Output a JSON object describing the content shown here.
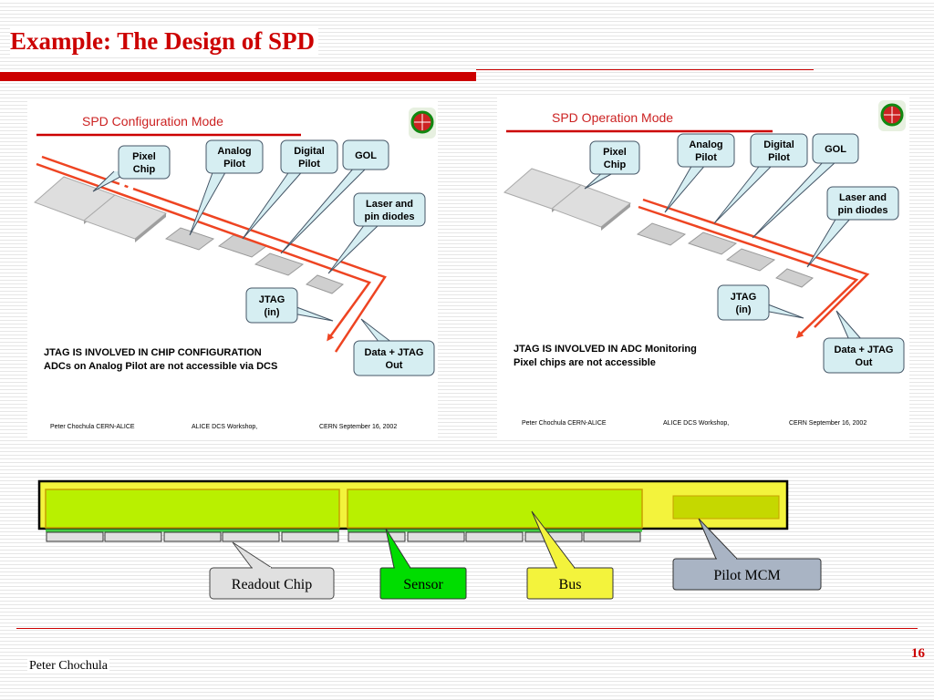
{
  "slide": {
    "title": "Example: The Design of SPD",
    "footer_author": "Peter Chochula",
    "page_number": "16",
    "accent_color": "#cc0000"
  },
  "left_panel": {
    "heading": "SPD Configuration Mode",
    "callouts": {
      "pixel_chip": [
        "Pixel",
        "Chip"
      ],
      "analog_pilot": [
        "Analog",
        "Pilot"
      ],
      "digital_pilot": [
        "Digital",
        "Pilot"
      ],
      "gol": "GOL",
      "laser": [
        "Laser and",
        "pin diodes"
      ],
      "jtag_in": [
        "JTAG",
        "(in)"
      ],
      "data_out": [
        "Data + JTAG",
        "Out"
      ]
    },
    "notes": [
      "JTAG IS INVOLVED IN CHIP CONFIGURATION",
      "ADCs on Analog Pilot are not accessible via DCS"
    ],
    "footer": {
      "author": "Peter Chochula CERN-ALICE",
      "event": "ALICE DCS Workshop,",
      "date": "CERN September 16, 2002"
    },
    "logo": "alice-logo-icon"
  },
  "right_panel": {
    "heading": "SPD Operation Mode",
    "callouts": {
      "pixel_chip": [
        "Pixel",
        "Chip"
      ],
      "analog_pilot": [
        "Analog",
        "Pilot"
      ],
      "digital_pilot": [
        "Digital",
        "Pilot"
      ],
      "gol": "GOL",
      "laser": [
        "Laser and",
        "pin diodes"
      ],
      "jtag_in": [
        "JTAG",
        "(in)"
      ],
      "data_out": [
        "Data + JTAG",
        "Out"
      ]
    },
    "notes": [
      "JTAG IS INVOLVED IN ADC Monitoring",
      "Pixel chips are not accessible"
    ],
    "footer": {
      "author": "Peter Chochula CERN-ALICE",
      "event": "ALICE DCS Workshop,",
      "date": "CERN September 16, 2002"
    },
    "logo": "alice-logo-icon"
  },
  "module_diagram": {
    "labels": {
      "readout_chip": "Readout Chip",
      "sensor": "Sensor",
      "bus": "Bus",
      "pilot_mcm": "Pilot MCM"
    },
    "colors": {
      "bus": "#f3f33c",
      "sensor": "#b9f000",
      "sensor_label_bg": "#00dd00",
      "pilot_mcm": "#a9b4c4",
      "readout_chip": "#e0e0e0"
    }
  }
}
